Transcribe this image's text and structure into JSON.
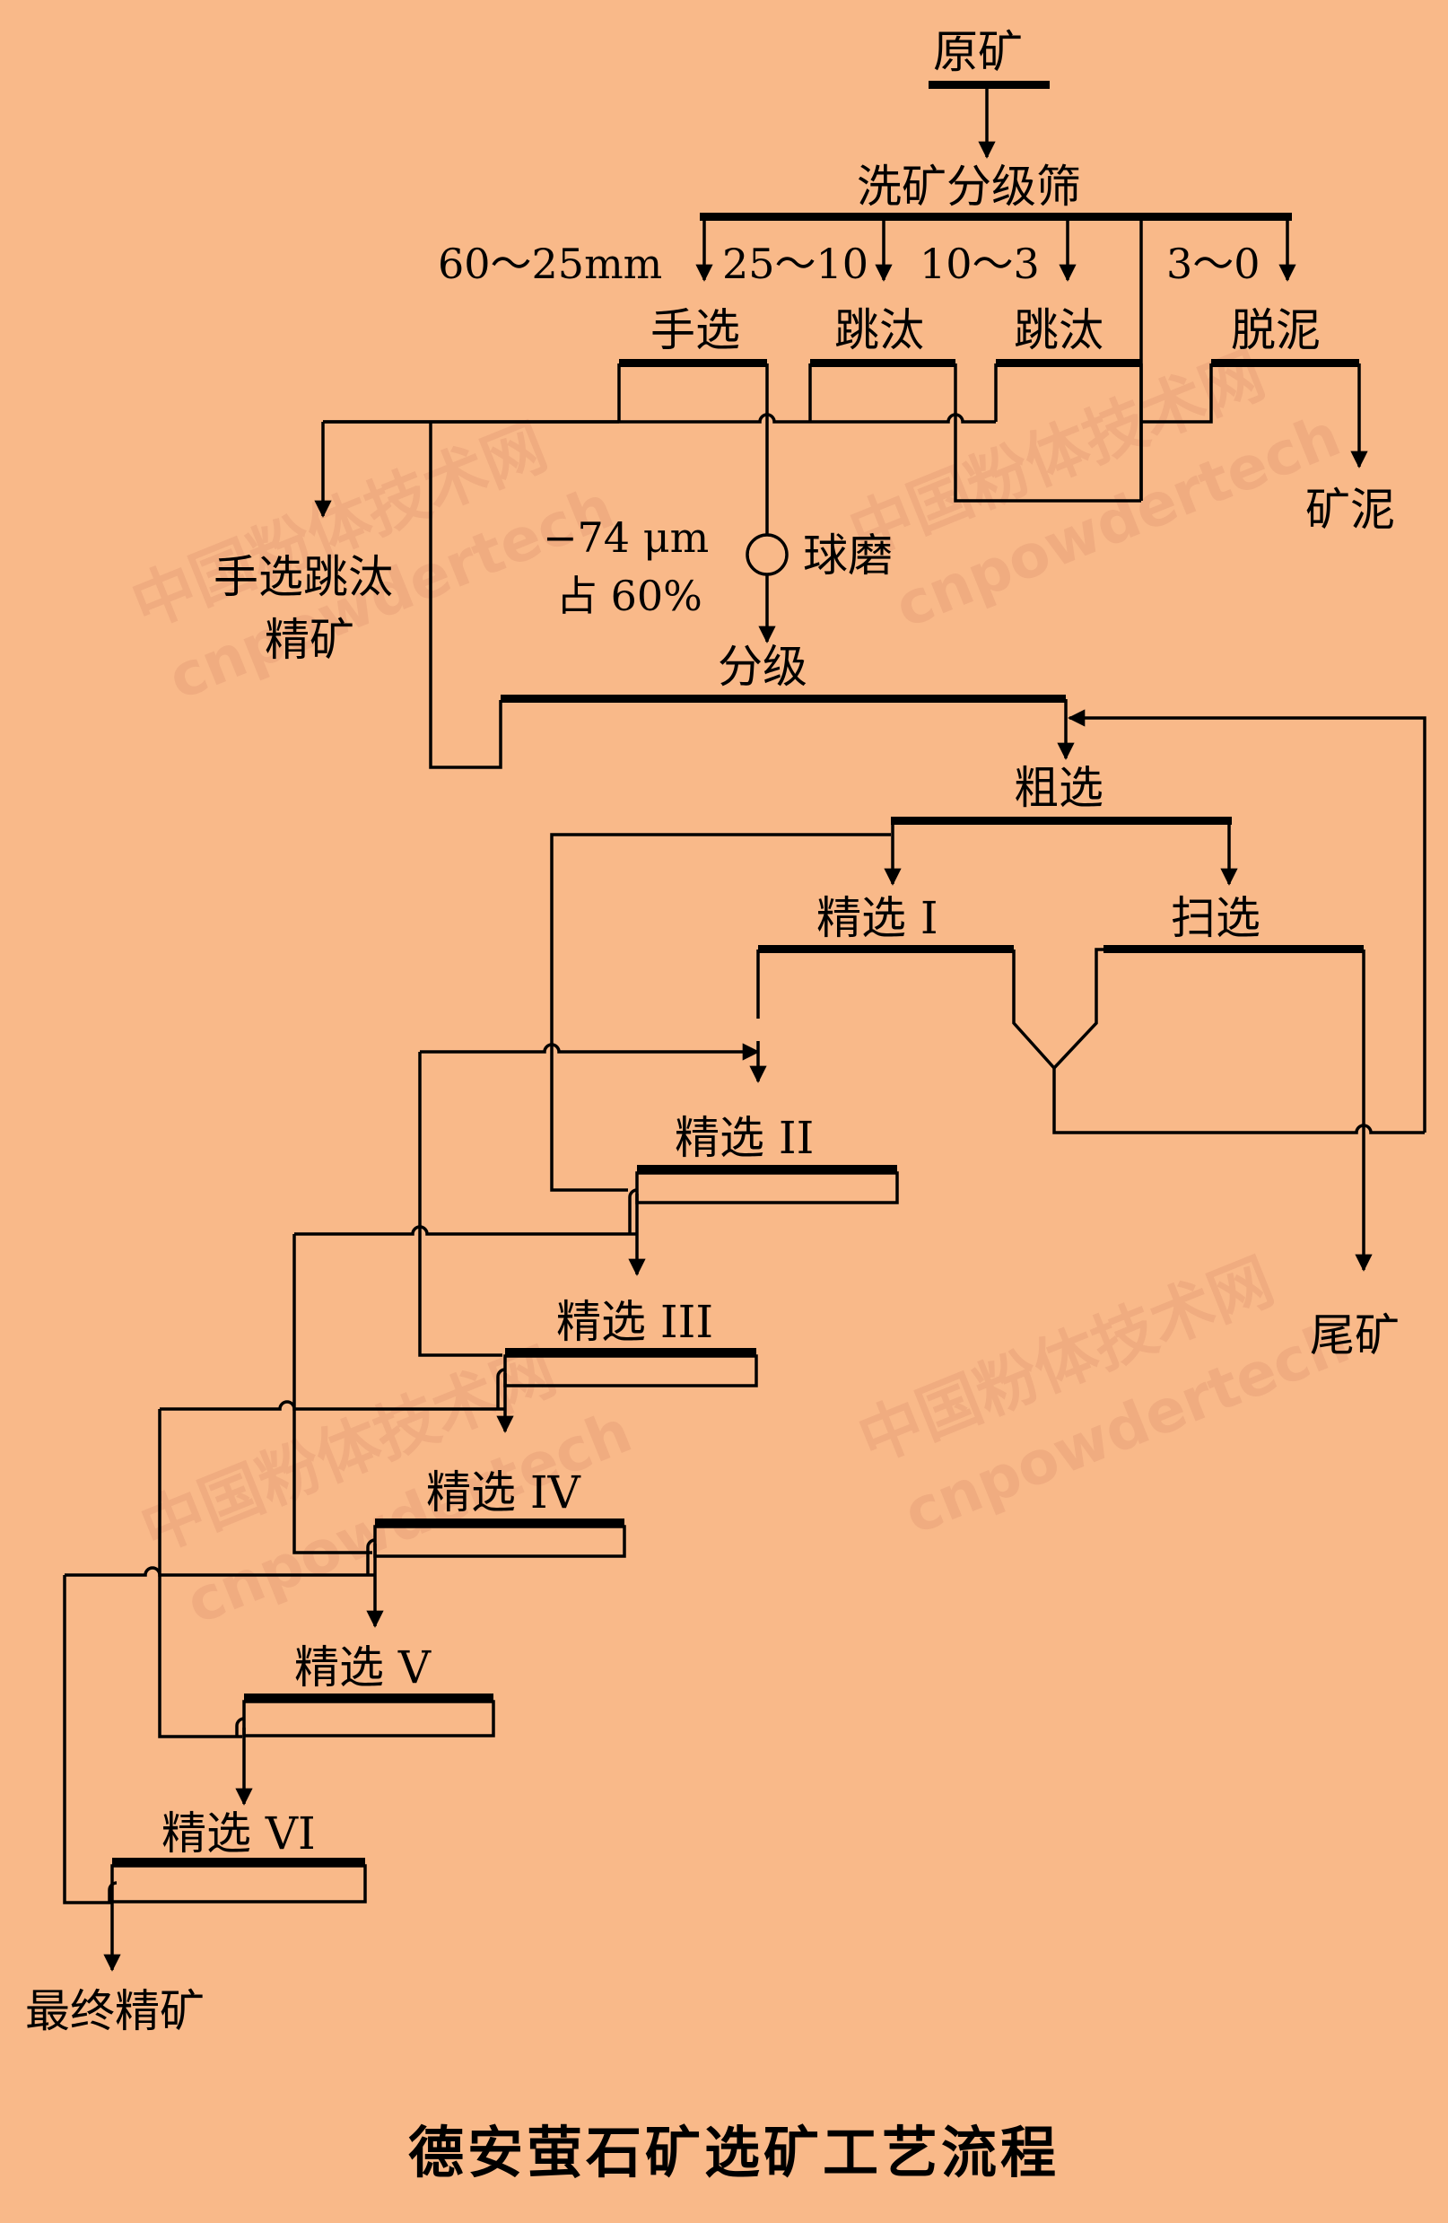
{
  "nodes": {
    "raw_ore": "原矿",
    "screen": "洗矿分级筛",
    "hand_sort": "手选",
    "jig1": "跳汰",
    "jig2": "跳汰",
    "desliming": "脱泥",
    "slime": "矿泥",
    "hand_jig_conc_1": "手选跳汰",
    "hand_jig_conc_2": "精矿",
    "ball_mill": "球磨",
    "grind_1": "−74 μm",
    "grind_2": "占 60%",
    "classify": "分级",
    "rougher": "粗选",
    "clean1": "精选 I",
    "scavenger": "扫选",
    "clean2": "精选 II",
    "clean3": "精选 III",
    "clean4": "精选 IV",
    "clean5": "精选 V",
    "clean6": "精选 VI",
    "tailings": "尾矿",
    "final_conc": "最终精矿"
  },
  "sizes": {
    "s1": "60～25mm",
    "s2": "25～10",
    "s3": "10～3",
    "s4": "3～0"
  },
  "caption": "德安萤石矿选矿工艺流程",
  "watermark": {
    "cn": "中国粉体技术网",
    "en": "cnpowdertech"
  },
  "colors": {
    "background": "#f9b989",
    "ink": "#000000",
    "watermark": "#e9a37a"
  }
}
